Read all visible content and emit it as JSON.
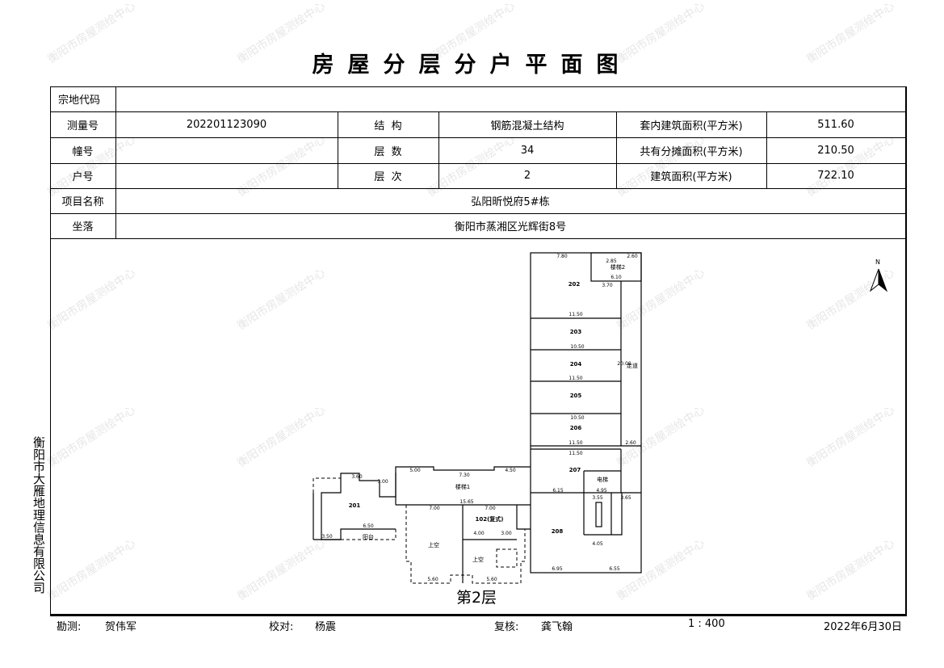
{
  "title": "房屋分层分户平面图",
  "table": {
    "parcel_code_label": "宗地代码",
    "parcel_code_value": "",
    "survey_no_label": "测量号",
    "survey_no_value": "202201123090",
    "structure_label": "结  构",
    "structure_value": "钢筋混凝土结构",
    "inner_area_label": "套内建筑面积(平方米)",
    "inner_area_value": "511.60",
    "building_no_label": "幢号",
    "building_no_value": "",
    "floors_label": "层  数",
    "floors_value": "34",
    "shared_area_label": "共有分摊面积(平方米)",
    "shared_area_value": "210.50",
    "unit_no_label": "户号",
    "unit_no_value": "",
    "floor_level_label": "层  次",
    "floor_level_value": "2",
    "building_area_label": "建筑面积(平方米)",
    "building_area_value": "722.10",
    "project_label": "项目名称",
    "project_value": "弘阳昕悦府5#栋",
    "location_label": "坐落",
    "location_value": "衡阳市蒸湘区光辉街8号"
  },
  "plan": {
    "floor_caption": "第2层",
    "north_label": "N",
    "rooms": {
      "r201": "201",
      "r202": "202",
      "r203": "203",
      "r204": "204",
      "r205": "205",
      "r206": "206",
      "r207": "207",
      "r208": "208",
      "r102": "102(复式)",
      "stair1": "楼梯1",
      "stair2": "楼梯2",
      "void1": "上空",
      "void2": "上空",
      "corridor": "走道",
      "balcony": "阳台",
      "shaft": "电梯"
    },
    "dims": {
      "d1": "7.80",
      "d2": "2.85",
      "d3": "2.60",
      "d4": "6.10",
      "d5": "3.70",
      "d6": "11.50",
      "d7": "10.50",
      "d8": "11.50",
      "d9": "10.50",
      "d10": "11.50",
      "d11": "11.50",
      "d12": "2.60",
      "d13": "5.00",
      "d14": "7.30",
      "d15": "4.50",
      "d16": "15.65",
      "d17": "7.00",
      "d18": "7.00",
      "d19": "4.00",
      "d20": "3.00",
      "d21": "3.60",
      "d22": "3.00",
      "d23": "6.50",
      "d24": "3.50",
      "d25": "5.60",
      "d26": "5.60",
      "d27": "6.95",
      "d28": "6.55",
      "d29": "6.15",
      "d30": "4.95",
      "d31": "3.55",
      "d32": "3.65",
      "d33": "20.00",
      "d34": "4.05"
    }
  },
  "company": "衡阳市大雁地理信息有限公司",
  "watermark": "衡阳市房屋测绘中心",
  "footer": {
    "surveyor_label": "勘测:",
    "surveyor": "贺伟军",
    "checker_label": "校对:",
    "checker": "杨震",
    "reviewer_label": "复核:",
    "reviewer": "龚飞翰",
    "scale": "1 : 400",
    "date": "2022年6月30日"
  }
}
